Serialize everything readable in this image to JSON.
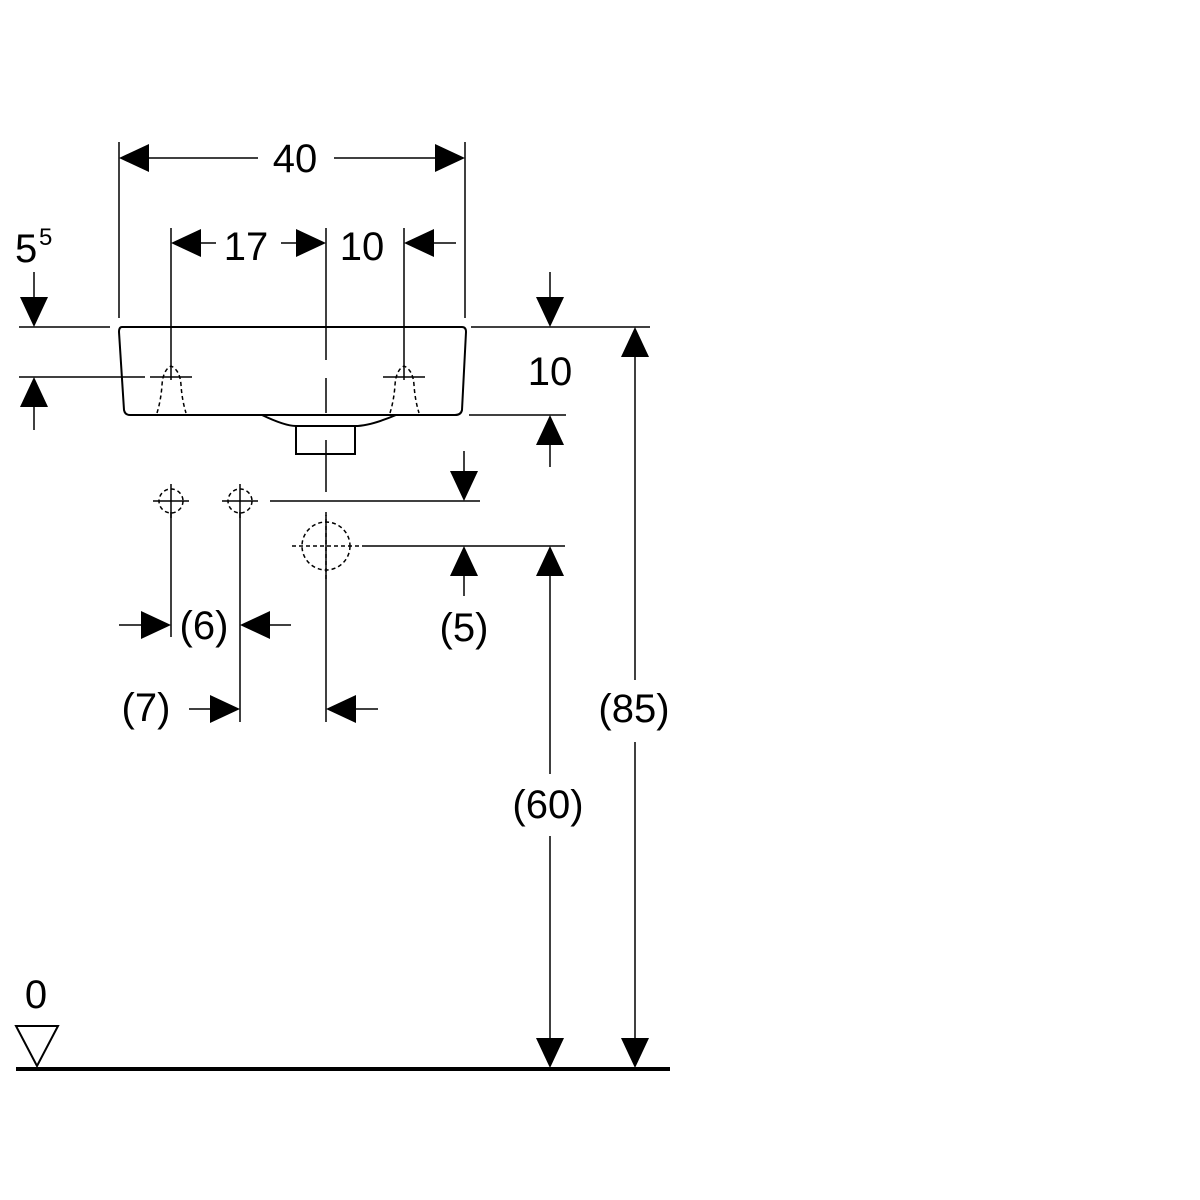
{
  "dimensions": {
    "overall_width": "40",
    "left_tap_offset": "17",
    "right_tap_offset": "10",
    "top_edge_main": "5",
    "top_edge_sup": "5",
    "basin_depth": "10",
    "supply_spacing": "(6)",
    "supply_to_waste": "(7)",
    "waste_offset": "(5)",
    "waste_height": "(60)",
    "rim_height": "(85)",
    "floor_level": "0"
  }
}
